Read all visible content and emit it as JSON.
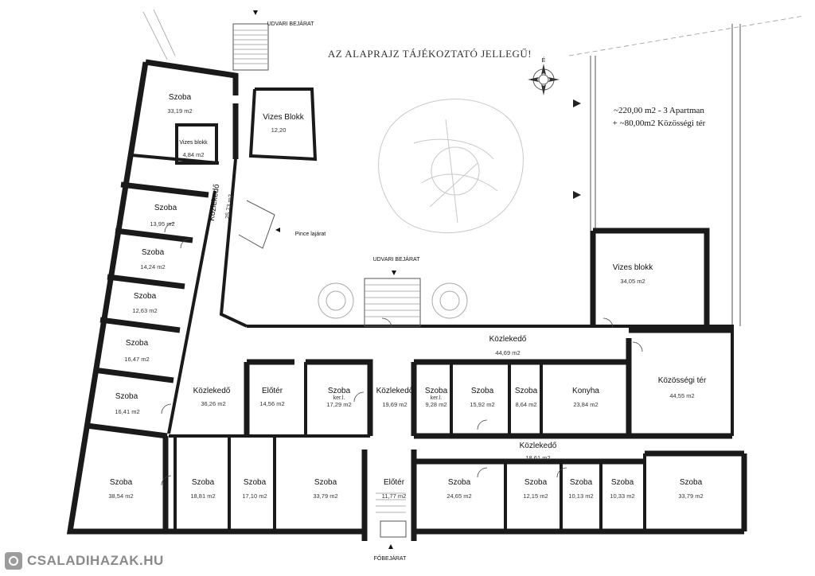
{
  "notes": {
    "title": "AZ  ALAPRAJZ TÁJÉKOZTATÓ JELLEGŰ!",
    "info_line1": "~220,00 m2 - 3 Apartman",
    "info_line2": "+ ~80,00m2 Közösségi tér",
    "compass": "É",
    "udvari_top": "UDVARI BEJÁRAT",
    "udvari_mid": "UDVARI BEJÁRAT",
    "pince": "Pince lajárat",
    "fobejarat": "FŐBEJÁRAT"
  },
  "rooms": [
    {
      "name": "Szoba",
      "area": "33,19 m2"
    },
    {
      "name": "Vizes blokk",
      "area": "4,84 m2"
    },
    {
      "name": "Vizes Blokk",
      "area": "12,20"
    },
    {
      "name": "Közlekedő",
      "area": "25,73 m2"
    },
    {
      "name": "Szoba",
      "area": "13,95 m2"
    },
    {
      "name": "Szoba",
      "area": "14,24 m2"
    },
    {
      "name": "Szoba",
      "area": "12,63 m2"
    },
    {
      "name": "Szoba",
      "area": "16,47 m2"
    },
    {
      "name": "Szoba",
      "area": "16,41 m2"
    },
    {
      "name": "Közlekedő",
      "area": "36,26 m2"
    },
    {
      "name": "Előtér",
      "area": "14,56 m2"
    },
    {
      "name": "Szoba",
      "sub": "ker.l.",
      "area": "17,29 m2"
    },
    {
      "name": "Közlekedő",
      "area": "19,69 m2"
    },
    {
      "name": "Szoba",
      "sub": "ker.l.",
      "area": "9,28 m2"
    },
    {
      "name": "Szoba",
      "area": "15,92 m2"
    },
    {
      "name": "Szoba",
      "area": "8,64 m2"
    },
    {
      "name": "Konyha",
      "area": "23,84 m2"
    },
    {
      "name": "Közösségi tér",
      "area": "44,55 m2"
    },
    {
      "name": "Közlekedő",
      "area": "44,69 m2"
    },
    {
      "name": "Vizes blokk",
      "area": "34,05 m2"
    },
    {
      "name": "Közlekedő",
      "area": "18,61 m2"
    },
    {
      "name": "Szoba",
      "area": "38,54 m2"
    },
    {
      "name": "Szoba",
      "area": "18,81 m2"
    },
    {
      "name": "Szoba",
      "area": "17,10 m2"
    },
    {
      "name": "Szoba",
      "area": "33,79 m2"
    },
    {
      "name": "Előtér",
      "area": "11,77 m2"
    },
    {
      "name": "Szoba",
      "area": "24,65 m2"
    },
    {
      "name": "Szoba",
      "area": "12,15 m2"
    },
    {
      "name": "Szoba",
      "area": "10,13 m2"
    },
    {
      "name": "Szoba",
      "area": "10,33 m2"
    },
    {
      "name": "Szoba",
      "area": "33,79 m2"
    }
  ],
  "watermark": {
    "text": "CSALADIHAZAK.HU"
  }
}
